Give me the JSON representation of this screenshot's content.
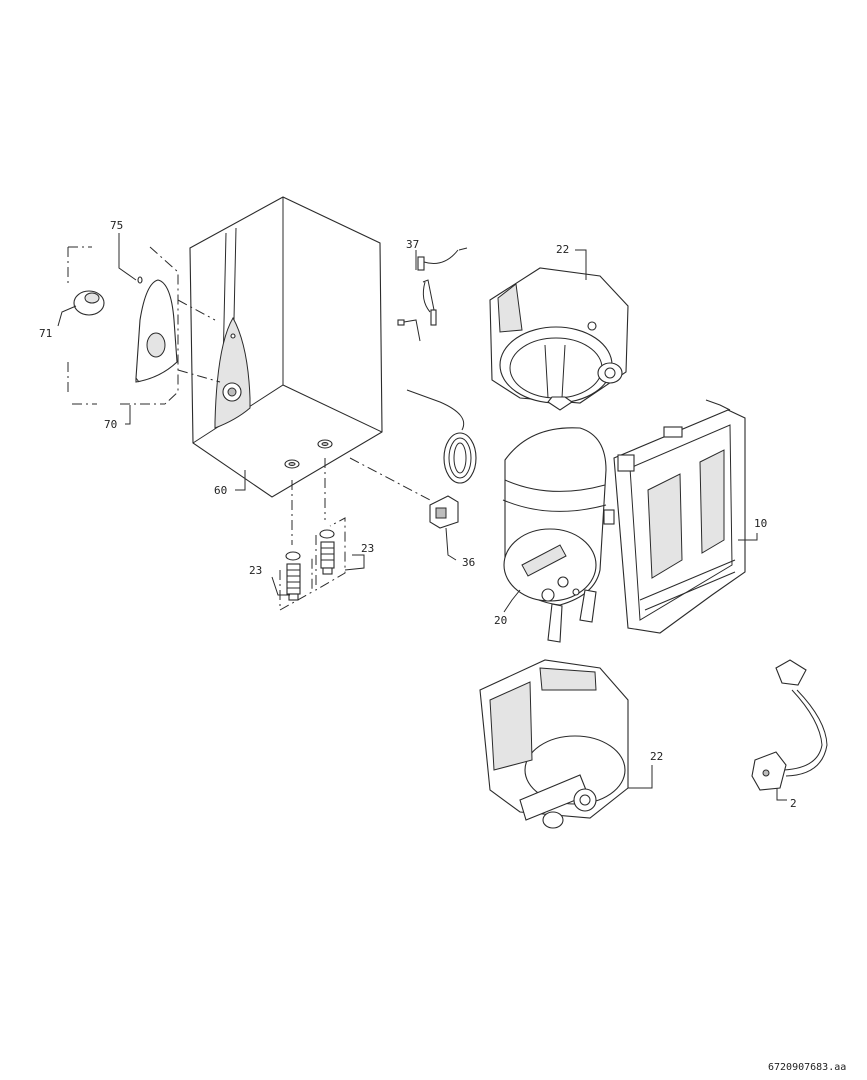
{
  "diagram": {
    "labels": {
      "p75": "75",
      "p71": "71",
      "p70": "70",
      "p60": "60",
      "p37": "37",
      "p22_top": "22",
      "p10": "10",
      "p36": "36",
      "p23_left": "23",
      "p23_right": "23",
      "p20": "20",
      "p22_bottom": "22",
      "p2": "2"
    },
    "doc_number": "6720907683.aa"
  }
}
